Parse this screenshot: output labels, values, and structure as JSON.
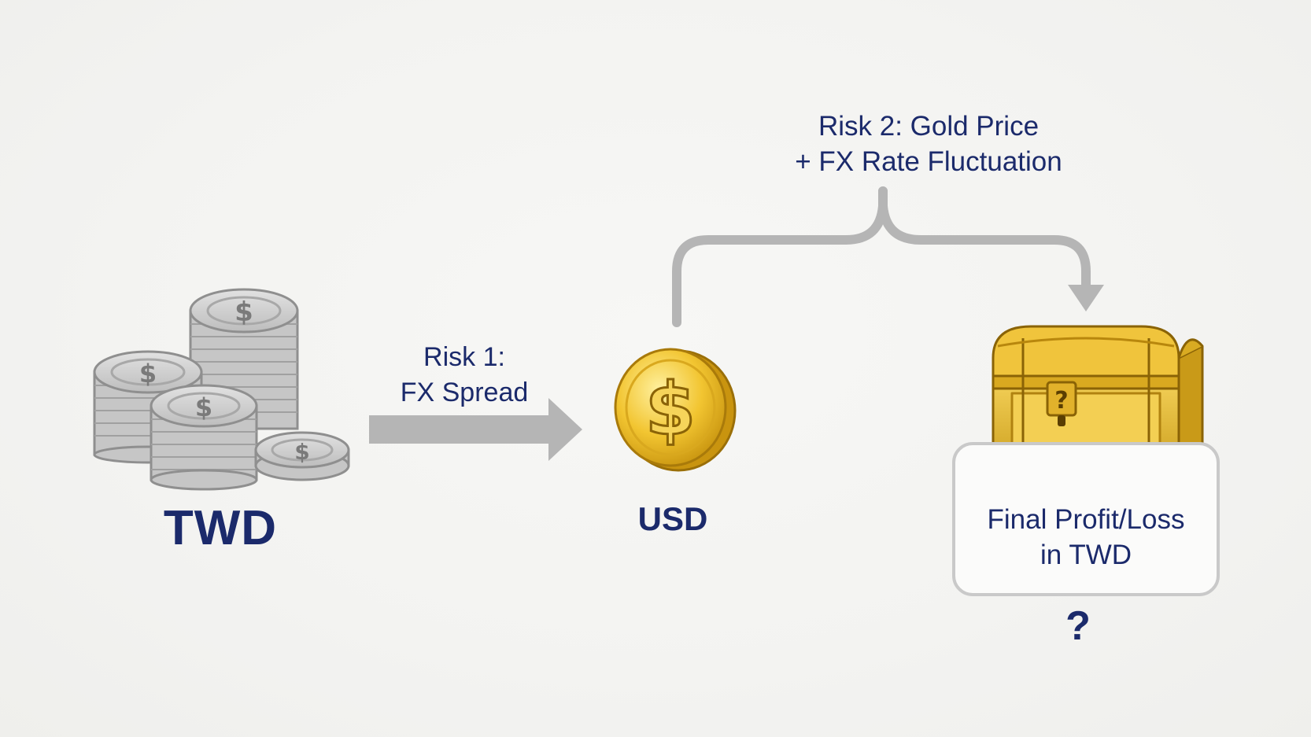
{
  "nodes": {
    "twd": {
      "label": "TWD"
    },
    "usd": {
      "label": "USD"
    },
    "final": {
      "line1": "Final Profit/Loss",
      "line2": "in TWD",
      "question": "?"
    }
  },
  "risks": {
    "risk1": {
      "line1": "Risk 1:",
      "line2": "FX Spread"
    },
    "risk2": {
      "line1": "Risk 2: Gold Price",
      "line2": "+ FX Rate Fluctuation"
    }
  },
  "icons": {
    "twd": "silver-coin-stacks-icon",
    "usd": "gold-dollar-coin-icon",
    "final": "treasure-chest-icon"
  },
  "colors": {
    "text": "#1b2a6b",
    "arrow": "#b5b5b5",
    "gold": "#e6b422",
    "silver": "#c8c8c8"
  }
}
